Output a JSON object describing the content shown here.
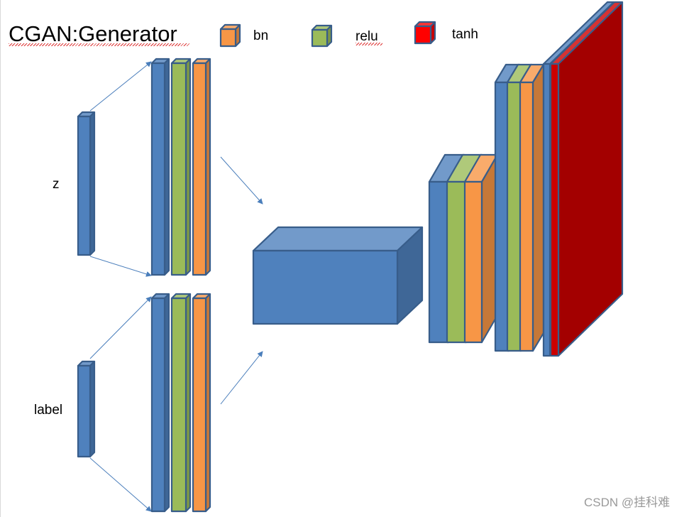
{
  "title": "CGAN:Generator",
  "legend": [
    {
      "label": "bn",
      "color": "#f79646"
    },
    {
      "label": "relu",
      "color": "#9bbb59"
    },
    {
      "label": "tanh",
      "color": "#ff0000"
    }
  ],
  "inputs": {
    "z": "z",
    "label": "label"
  },
  "watermark": "CSDN @挂科难",
  "colors": {
    "conv_blue": "#4f81bd",
    "border": "#385d8a",
    "bn_orange": "#f79646",
    "relu_green": "#9bbb59",
    "tanh_red": "#cc0000"
  }
}
